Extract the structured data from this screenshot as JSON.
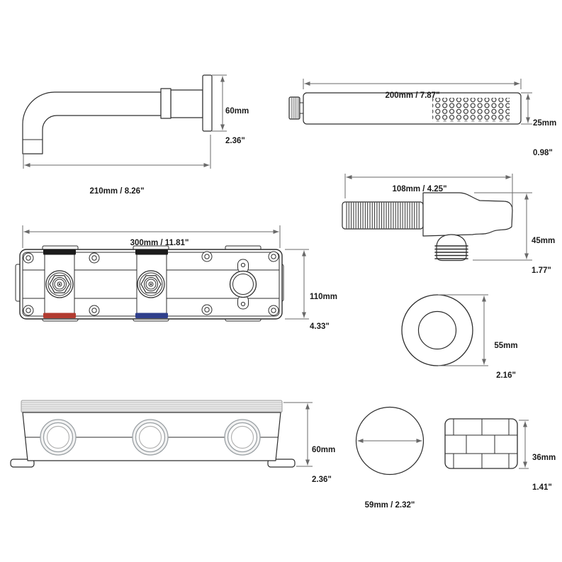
{
  "colors": {
    "line": "#2d2d2d",
    "dim": "#6a6a6a",
    "text": "#1a1a1a",
    "hot": "#b23b30",
    "cold": "#2f3f8c",
    "band_black": "#1c1c1c"
  },
  "diagrams": {
    "tub_spout": {
      "height_mm": "60mm",
      "height_in": "2.36\"",
      "length": "210mm / 8.26\""
    },
    "hand_shower": {
      "length": "200mm / 7.87\"",
      "diameter_mm": "25mm",
      "diameter_in": "0.98\""
    },
    "holder": {
      "length": "108mm / 4.25\"",
      "height_mm": "45mm",
      "height_in": "1.77\""
    },
    "valve_front": {
      "width": "300mm / 11.81\"",
      "height_mm": "110mm",
      "height_in": "4.33\""
    },
    "escutcheon": {
      "diameter_mm": "55mm",
      "diameter_in": "2.16\""
    },
    "valve_side": {
      "height_mm": "60mm",
      "height_in": "2.36\""
    },
    "cap": {
      "diameter": "59mm / 2.32\""
    },
    "bracket": {
      "height_mm": "36mm",
      "height_in": "1.41\""
    }
  }
}
